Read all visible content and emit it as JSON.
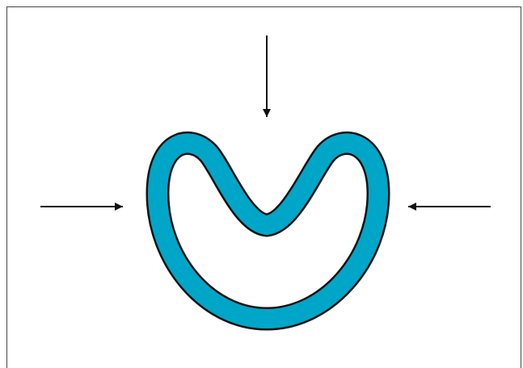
{
  "colors": {
    "background": "#ffffff",
    "frame": "#444444",
    "tube_fill": "#00a6c8",
    "outline": "#111111",
    "arrow": "#111111"
  },
  "arrows": [
    {
      "direction": "down",
      "icon": "arrow-down-icon"
    },
    {
      "direction": "right",
      "icon": "arrow-right-icon"
    },
    {
      "direction": "left",
      "icon": "arrow-left-icon"
    }
  ]
}
